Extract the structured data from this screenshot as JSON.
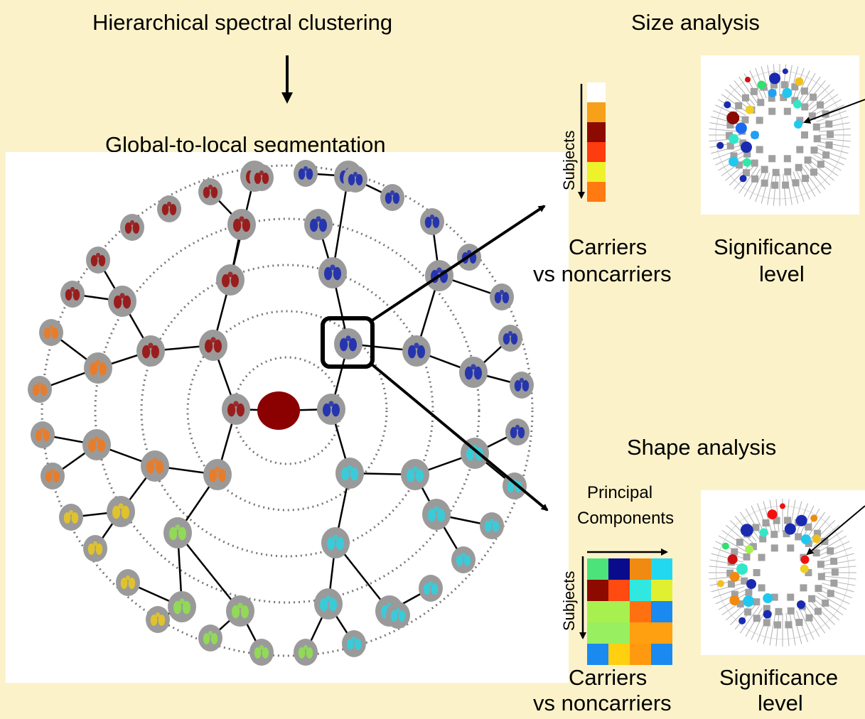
{
  "top_title": "Hierarchical spectral clustering",
  "mid_title": "Global-to-local segmentation",
  "size_title": "Size analysis",
  "shape_title": "Shape analysis",
  "size_matrix": {
    "axis_label": "Subjects",
    "colors": [
      "#ffffff",
      "#f7a01a",
      "#8c0a00",
      "#ff3b10",
      "#eef22a",
      "#ff7a10"
    ]
  },
  "shape_matrix": {
    "x_axis_label_line1": "Principal",
    "x_axis_label_line2": "Components",
    "y_axis_label": "Subjects",
    "rows": [
      [
        "#4be37a",
        "#0a0a8c",
        "#f08a10",
        "#22d8f0"
      ],
      [
        "#8c0a00",
        "#ff4a10",
        "#30e8e0",
        "#e0f030"
      ],
      [
        "#a8f050",
        "#a8f050",
        "#ff7010",
        "#1a8af0"
      ],
      [
        "#98f060",
        "#98f060",
        "#ffa010",
        "#ffa010"
      ],
      [
        "#1a8af0",
        "#ffd010",
        "#ff9a10",
        "#1a8af0"
      ]
    ]
  },
  "size_caption": {
    "line1": "Carriers",
    "line2": "vs noncarriers"
  },
  "size_sig": {
    "line1": "Significance",
    "line2": "level"
  },
  "shape_caption": {
    "line1": "Carriers",
    "line2": "vs noncarriers"
  },
  "shape_sig": {
    "line1": "Significance",
    "line2": "level"
  },
  "brain_palette": {
    "center": "#8b0000",
    "red_branch": "#9a1010",
    "orange_branch": "#f07a20",
    "yellow_branch": "#e8c820",
    "green_branch": "#90e050",
    "cyan_branch": "#30d0e0",
    "blue_branch": "#1a2ab0",
    "brain_gray": "#9a9a9a"
  }
}
